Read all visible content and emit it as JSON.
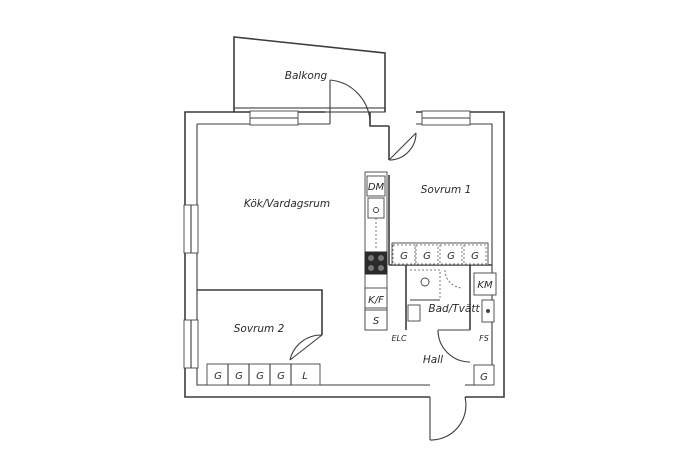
{
  "rooms": {
    "balcony": "Balkong",
    "kitchen_living": "Kök/Vardagsrum",
    "bedroom1": "Sovrum 1",
    "bedroom2": "Sovrum 2",
    "bath_laundry": "Bad/Tvätt",
    "hall": "Hall"
  },
  "fixtures": {
    "dishwasher": "DM",
    "fridge_freezer": "K/F",
    "closet_s": "S",
    "washing_machine": "KM",
    "electrical": "ELC",
    "fuse_box": "FS",
    "hall_wardrobe": "G"
  },
  "wardrobes_bedroom1": [
    "G",
    "G",
    "G",
    "G"
  ],
  "wardrobes_bedroom2": [
    "G",
    "G",
    "G",
    "G",
    "L"
  ]
}
